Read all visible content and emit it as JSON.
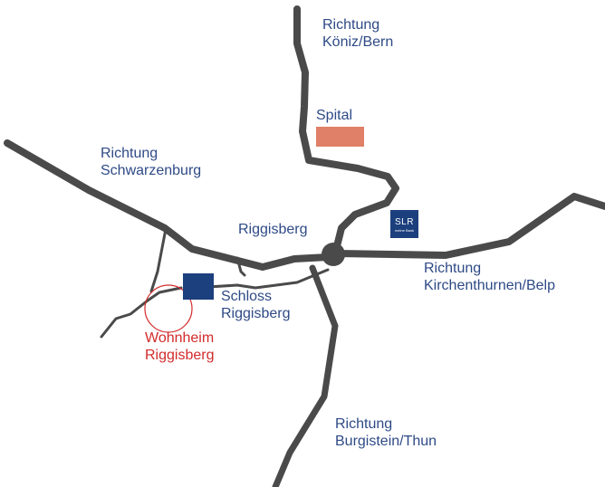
{
  "labels": {
    "koeniz": "Richtung\nKöniz/Bern",
    "spital": "Spital",
    "schwarzenburg": "Richtung\nSchwarzenburg",
    "riggisberg": "Riggisberg",
    "kirchenthurnen": "Richtung\nKirchenthurnen/Belp",
    "schloss": "Schloss\nRiggisberg",
    "wohnheim": "Wohnheim\nRiggisberg",
    "burgistein": "Richtung\nBurgistein/Thun"
  },
  "bank": {
    "logo_text": "SLR",
    "sub_text": "meine Bank"
  },
  "colors": {
    "road": "#4a4a4a",
    "label": "#2e4a86",
    "wohnheim": "#d22b2b",
    "spital": "#e08068",
    "schloss": "#1c3f7e",
    "bank": "#1c3f7e"
  }
}
